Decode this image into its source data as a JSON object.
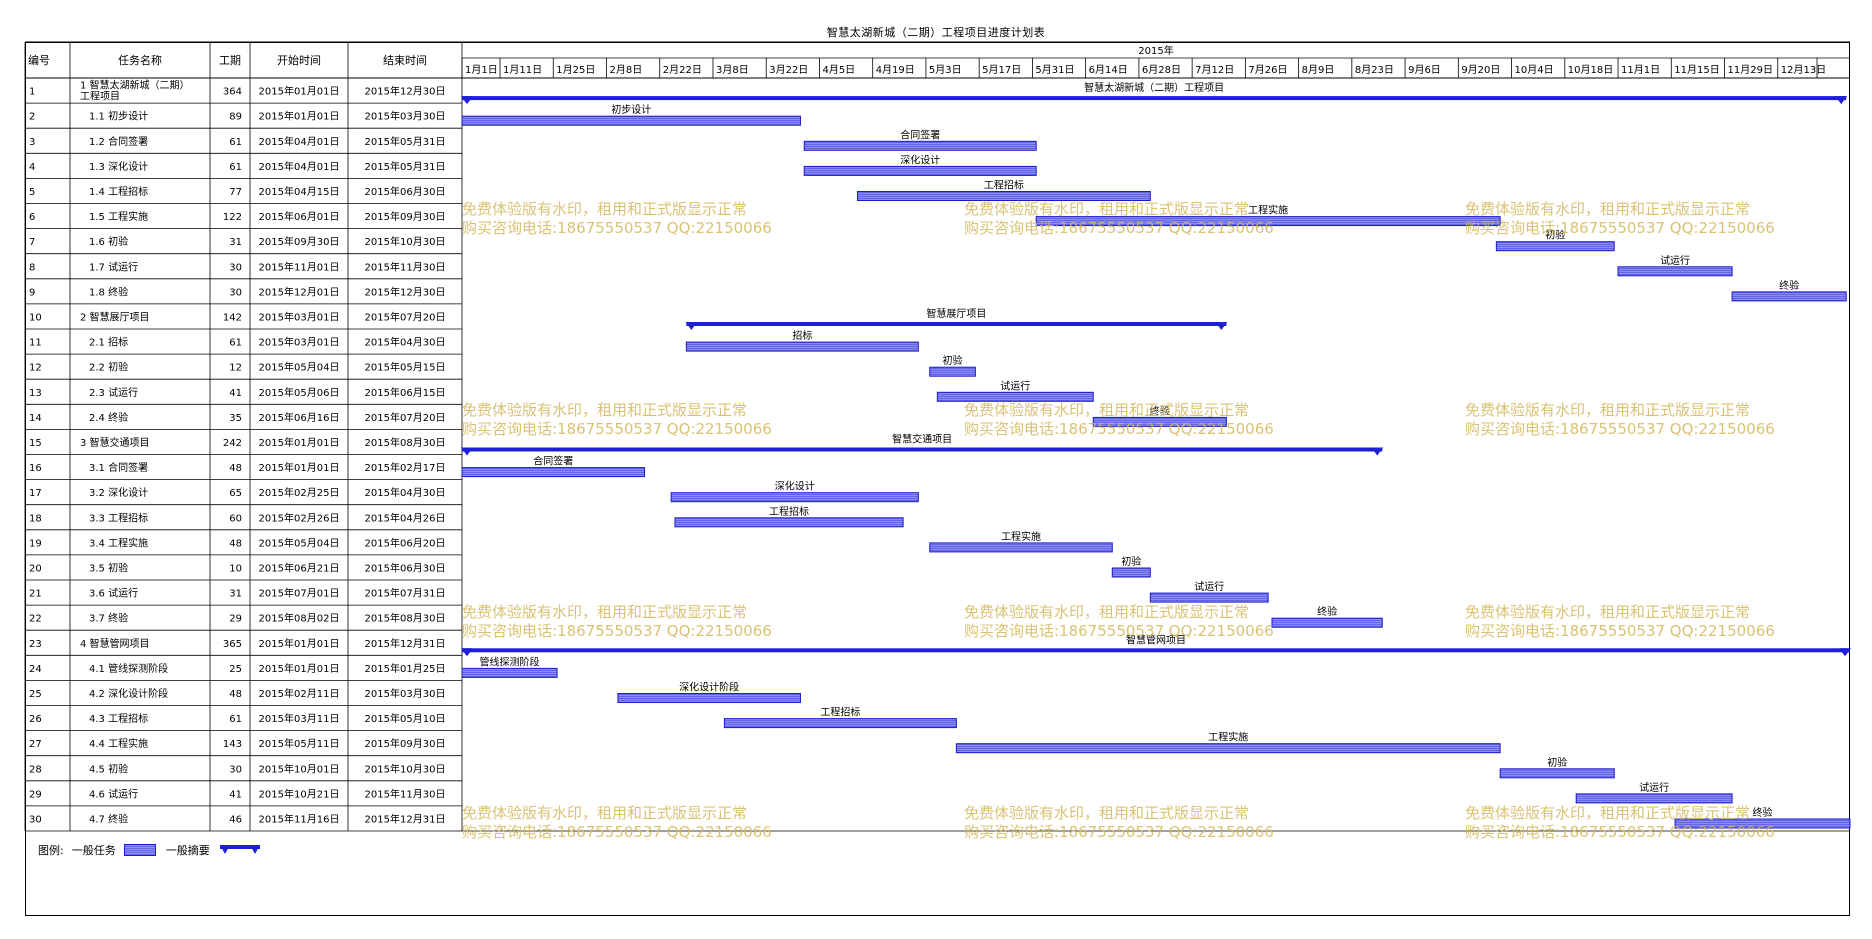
{
  "title": "智慧太湖新城（二期）工程项目进度计划表",
  "table_headers": {
    "num": "编号",
    "name": "任务名称",
    "dur": "工期",
    "start": "开始时间",
    "end": "结束时间"
  },
  "year_label": "2015年",
  "colors": {
    "task_fill": "#7b7bf0",
    "task_border": "#1a1ac8",
    "summary": "#1f1fd8",
    "watermark": "#d4b85a",
    "grid": "#000000"
  },
  "legend": {
    "label": "图例:",
    "task": "一般任务",
    "summary": "一般摘要"
  },
  "watermark": {
    "line1": "免费体验版有水印，租用和正式版显示正常",
    "line2": "购买咨询电话:18675550537 QQ:22150066"
  },
  "chart_data": {
    "type": "gantt",
    "x_ticks": [
      "1月1日",
      "1月11日",
      "1月25日",
      "2月8日",
      "2月22日",
      "3月8日",
      "3月22日",
      "4月5日",
      "4月19日",
      "5月3日",
      "5月17日",
      "5月31日",
      "6月14日",
      "6月28日",
      "7月12日",
      "7月26日",
      "8月9日",
      "8月23日",
      "9月6日",
      "9月20日",
      "10月4日",
      "10月18日",
      "11月1日",
      "11月15日",
      "11月29日",
      "12月13日"
    ],
    "tasks": [
      {
        "num": "1",
        "name": "1 智慧太湖新城（二期）工程项目",
        "dur": "364",
        "start": "2015年01月01日",
        "end": "2015年12月30日",
        "summary": true,
        "bar_label": "智慧太湖新城（二期）工程项目"
      },
      {
        "num": "2",
        "name": "1.1 初步设计",
        "dur": "89",
        "start": "2015年01月01日",
        "end": "2015年03月30日",
        "summary": false,
        "bar_label": "初步设计"
      },
      {
        "num": "3",
        "name": "1.2 合同签署",
        "dur": "61",
        "start": "2015年04月01日",
        "end": "2015年05月31日",
        "summary": false,
        "bar_label": "合同签署"
      },
      {
        "num": "4",
        "name": "1.3 深化设计",
        "dur": "61",
        "start": "2015年04月01日",
        "end": "2015年05月31日",
        "summary": false,
        "bar_label": "深化设计"
      },
      {
        "num": "5",
        "name": "1.4 工程招标",
        "dur": "77",
        "start": "2015年04月15日",
        "end": "2015年06月30日",
        "summary": false,
        "bar_label": "工程招标"
      },
      {
        "num": "6",
        "name": "1.5 工程实施",
        "dur": "122",
        "start": "2015年06月01日",
        "end": "2015年09月30日",
        "summary": false,
        "bar_label": "工程实施"
      },
      {
        "num": "7",
        "name": "1.6 初验",
        "dur": "31",
        "start": "2015年09月30日",
        "end": "2015年10月30日",
        "summary": false,
        "bar_label": "初验"
      },
      {
        "num": "8",
        "name": "1.7 试运行",
        "dur": "30",
        "start": "2015年11月01日",
        "end": "2015年11月30日",
        "summary": false,
        "bar_label": "试运行"
      },
      {
        "num": "9",
        "name": "1.8 终验",
        "dur": "30",
        "start": "2015年12月01日",
        "end": "2015年12月30日",
        "summary": false,
        "bar_label": "终验"
      },
      {
        "num": "10",
        "name": "2 智慧展厅项目",
        "dur": "142",
        "start": "2015年03月01日",
        "end": "2015年07月20日",
        "summary": true,
        "bar_label": "智慧展厅项目"
      },
      {
        "num": "11",
        "name": "2.1 招标",
        "dur": "61",
        "start": "2015年03月01日",
        "end": "2015年04月30日",
        "summary": false,
        "bar_label": "招标"
      },
      {
        "num": "12",
        "name": "2.2 初验",
        "dur": "12",
        "start": "2015年05月04日",
        "end": "2015年05月15日",
        "summary": false,
        "bar_label": "初验"
      },
      {
        "num": "13",
        "name": "2.3 试运行",
        "dur": "41",
        "start": "2015年05月06日",
        "end": "2015年06月15日",
        "summary": false,
        "bar_label": "试运行"
      },
      {
        "num": "14",
        "name": "2.4 终验",
        "dur": "35",
        "start": "2015年06月16日",
        "end": "2015年07月20日",
        "summary": false,
        "bar_label": "终验"
      },
      {
        "num": "15",
        "name": "3 智慧交通项目",
        "dur": "242",
        "start": "2015年01月01日",
        "end": "2015年08月30日",
        "summary": true,
        "bar_label": "智慧交通项目"
      },
      {
        "num": "16",
        "name": "3.1 合同签署",
        "dur": "48",
        "start": "2015年01月01日",
        "end": "2015年02月17日",
        "summary": false,
        "bar_label": "合同签署"
      },
      {
        "num": "17",
        "name": "3.2 深化设计",
        "dur": "65",
        "start": "2015年02月25日",
        "end": "2015年04月30日",
        "summary": false,
        "bar_label": "深化设计"
      },
      {
        "num": "18",
        "name": "3.3 工程招标",
        "dur": "60",
        "start": "2015年02月26日",
        "end": "2015年04月26日",
        "summary": false,
        "bar_label": "工程招标"
      },
      {
        "num": "19",
        "name": "3.4 工程实施",
        "dur": "48",
        "start": "2015年05月04日",
        "end": "2015年06月20日",
        "summary": false,
        "bar_label": "工程实施"
      },
      {
        "num": "20",
        "name": "3.5 初验",
        "dur": "10",
        "start": "2015年06月21日",
        "end": "2015年06月30日",
        "summary": false,
        "bar_label": "初验"
      },
      {
        "num": "21",
        "name": "3.6 试运行",
        "dur": "31",
        "start": "2015年07月01日",
        "end": "2015年07月31日",
        "summary": false,
        "bar_label": "试运行"
      },
      {
        "num": "22",
        "name": "3.7 终验",
        "dur": "29",
        "start": "2015年08月02日",
        "end": "2015年08月30日",
        "summary": false,
        "bar_label": "终验"
      },
      {
        "num": "23",
        "name": "4 智慧管网项目",
        "dur": "365",
        "start": "2015年01月01日",
        "end": "2015年12月31日",
        "summary": true,
        "bar_label": "智慧管网项目"
      },
      {
        "num": "24",
        "name": "4.1 管线探测阶段",
        "dur": "25",
        "start": "2015年01月01日",
        "end": "2015年01月25日",
        "summary": false,
        "bar_label": "管线探测阶段"
      },
      {
        "num": "25",
        "name": "4.2 深化设计阶段",
        "dur": "48",
        "start": "2015年02月11日",
        "end": "2015年03月30日",
        "summary": false,
        "bar_label": "深化设计阶段"
      },
      {
        "num": "26",
        "name": "4.3 工程招标",
        "dur": "61",
        "start": "2015年03月11日",
        "end": "2015年05月10日",
        "summary": false,
        "bar_label": "工程招标"
      },
      {
        "num": "27",
        "name": "4.4 工程实施",
        "dur": "143",
        "start": "2015年05月11日",
        "end": "2015年09月30日",
        "summary": false,
        "bar_label": "工程实施"
      },
      {
        "num": "28",
        "name": "4.5 初验",
        "dur": "30",
        "start": "2015年10月01日",
        "end": "2015年10月30日",
        "summary": false,
        "bar_label": "初验"
      },
      {
        "num": "29",
        "name": "4.6 试运行",
        "dur": "41",
        "start": "2015年10月21日",
        "end": "2015年11月30日",
        "summary": false,
        "bar_label": "试运行"
      },
      {
        "num": "30",
        "name": "4.7 终验",
        "dur": "46",
        "start": "2015年11月16日",
        "end": "2015年12月31日",
        "summary": false,
        "bar_label": "终验"
      }
    ]
  }
}
